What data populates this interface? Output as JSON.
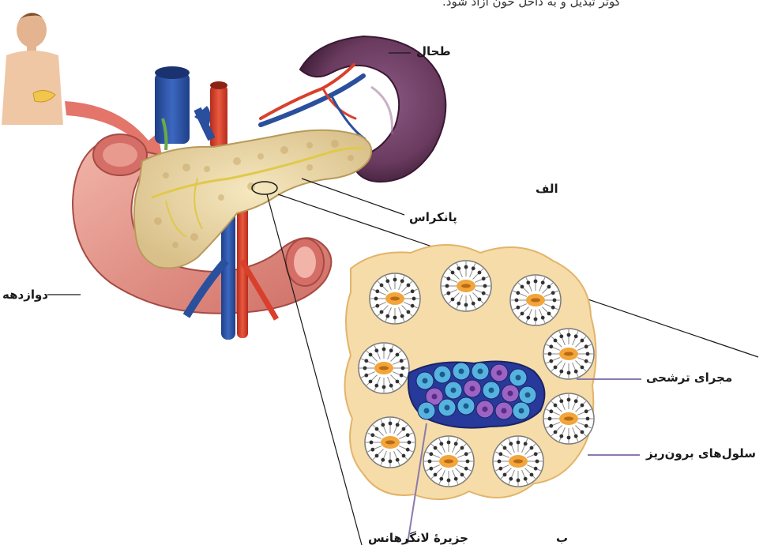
{
  "top_text": "کوتر تبدیل و به داخل خون آزاد شود.",
  "labels": {
    "spleen": "طحال",
    "alef": "الف",
    "pancreas": "پانکراس",
    "duodenum": "دوازدهه",
    "duct": "مجرای ترشحی",
    "exocrine": "سلول‌های برون‌ریز",
    "islet": "جزیرهٔ لانگرهانس",
    "be": "ب"
  },
  "colors": {
    "pancreas": "#eedcaa",
    "duodenum": "#e89a8e",
    "spleen": "#6a3b5f",
    "vein": "#2a4f9c",
    "artery": "#d9402c",
    "acinus_center": "#f2a53a",
    "islet_dark": "#27399a",
    "islet_light": "#56b3e0",
    "islet_purple": "#9a63c4",
    "tissue_bg": "#f6dca8"
  }
}
